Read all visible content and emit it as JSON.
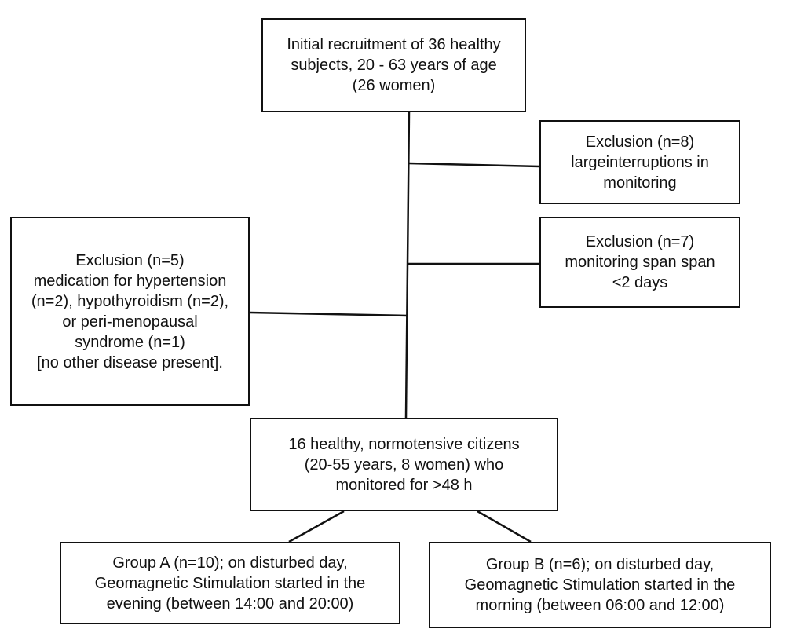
{
  "boxes": {
    "initial": {
      "lines": [
        "Initial recruitment of 36 healthy",
        "subjects, 20 - 63 years of age",
        "(26 women)"
      ]
    },
    "exclusion_8": {
      "lines": [
        "Exclusion (n=8)",
        "largeinterruptions in",
        "monitoring"
      ]
    },
    "exclusion_7": {
      "lines": [
        "Exclusion (n=7)",
        "monitoring span span",
        "<2 days"
      ]
    },
    "exclusion_5": {
      "lines": [
        "Exclusion (n=5)",
        "medication for hypertension",
        "(n=2), hypothyroidism (n=2),",
        "or peri-menopausal",
        "syndrome (n=1)",
        "[no other disease present]."
      ]
    },
    "healthy": {
      "lines": [
        "16 healthy, normotensive citizens",
        "(20-55 years, 8 women) who",
        "monitored for >48 h"
      ]
    },
    "group_a": {
      "lines": [
        "Group A (n=10); on disturbed day,",
        "Geomagnetic Stimulation started in the",
        "evening (between 14:00 and 20:00)"
      ]
    },
    "group_b": {
      "lines": [
        "Group B (n=6); on disturbed day,",
        "Geomagnetic Stimulation started in the",
        "morning (between 06:00 and 12:00)"
      ]
    }
  }
}
